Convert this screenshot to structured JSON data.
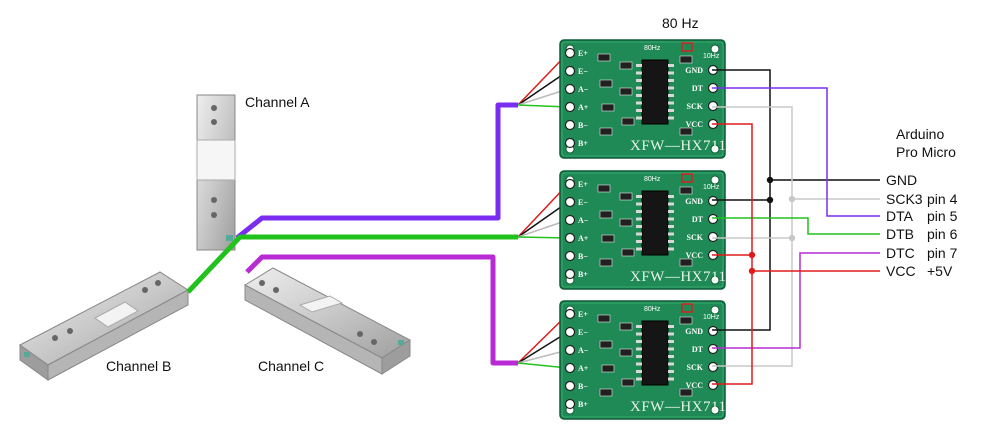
{
  "frequency_label": "80 Hz",
  "board_text": "XFW—HX711",
  "board_rate_80": "80Hz",
  "board_rate_10": "10Hz",
  "left_pins": [
    "E+",
    "E−",
    "A−",
    "A+",
    "B−",
    "B+"
  ],
  "right_pins": [
    "GND",
    "DT",
    "SCK",
    "VCC"
  ],
  "channels": {
    "a": "Channel A",
    "b": "Channel B",
    "c": "Channel C"
  },
  "arduino": {
    "line1": "Arduino",
    "line2": "Pro Micro"
  },
  "signals": [
    {
      "name": "GND",
      "pin": ""
    },
    {
      "name": "SCK3",
      "pin": "pin 4"
    },
    {
      "name": "DTA",
      "pin": "pin 5"
    },
    {
      "name": "DTB",
      "pin": "pin 6"
    },
    {
      "name": "DTC",
      "pin": "pin 7"
    },
    {
      "name": "VCC",
      "pin": "+5V"
    }
  ],
  "colors": {
    "board": "#1f8a55",
    "wire_a": "#7a2cf0",
    "wire_b": "#22c21d",
    "wire_c": "#b82bd4",
    "gnd": "#111111",
    "sck": "#c8c8c8",
    "vcc": "#e01a1a"
  }
}
